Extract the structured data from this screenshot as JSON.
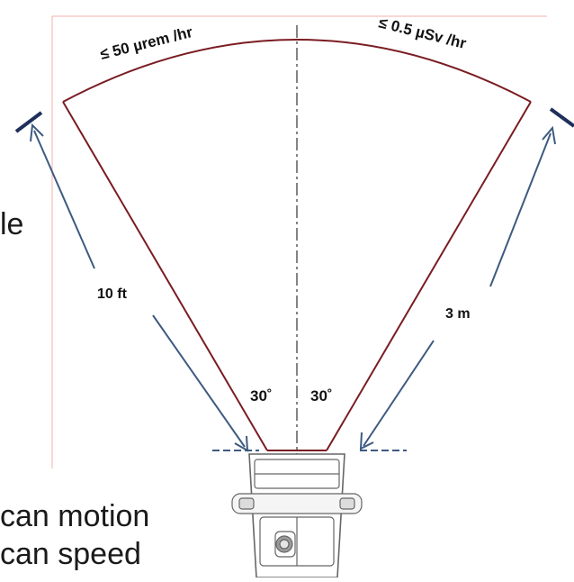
{
  "diagram": {
    "dose_limit_imperial": "≤ 50 µrem /hr",
    "dose_limit_metric": "≤ 0.5 µSv /hr",
    "distance_imperial": "10 ft",
    "distance_metric": "3 m",
    "angle_left": "30˚",
    "angle_right": "30˚"
  },
  "background_text": {
    "fragment_le": "le",
    "fragment_motion": "can motion",
    "fragment_speed": "can speed"
  },
  "colors": {
    "fan_outline": "#7a1c22",
    "arrow": "#3d5a80",
    "marker": "#1f2f5c",
    "guide_line": "#f0b0a8",
    "center_line": "#333333"
  }
}
